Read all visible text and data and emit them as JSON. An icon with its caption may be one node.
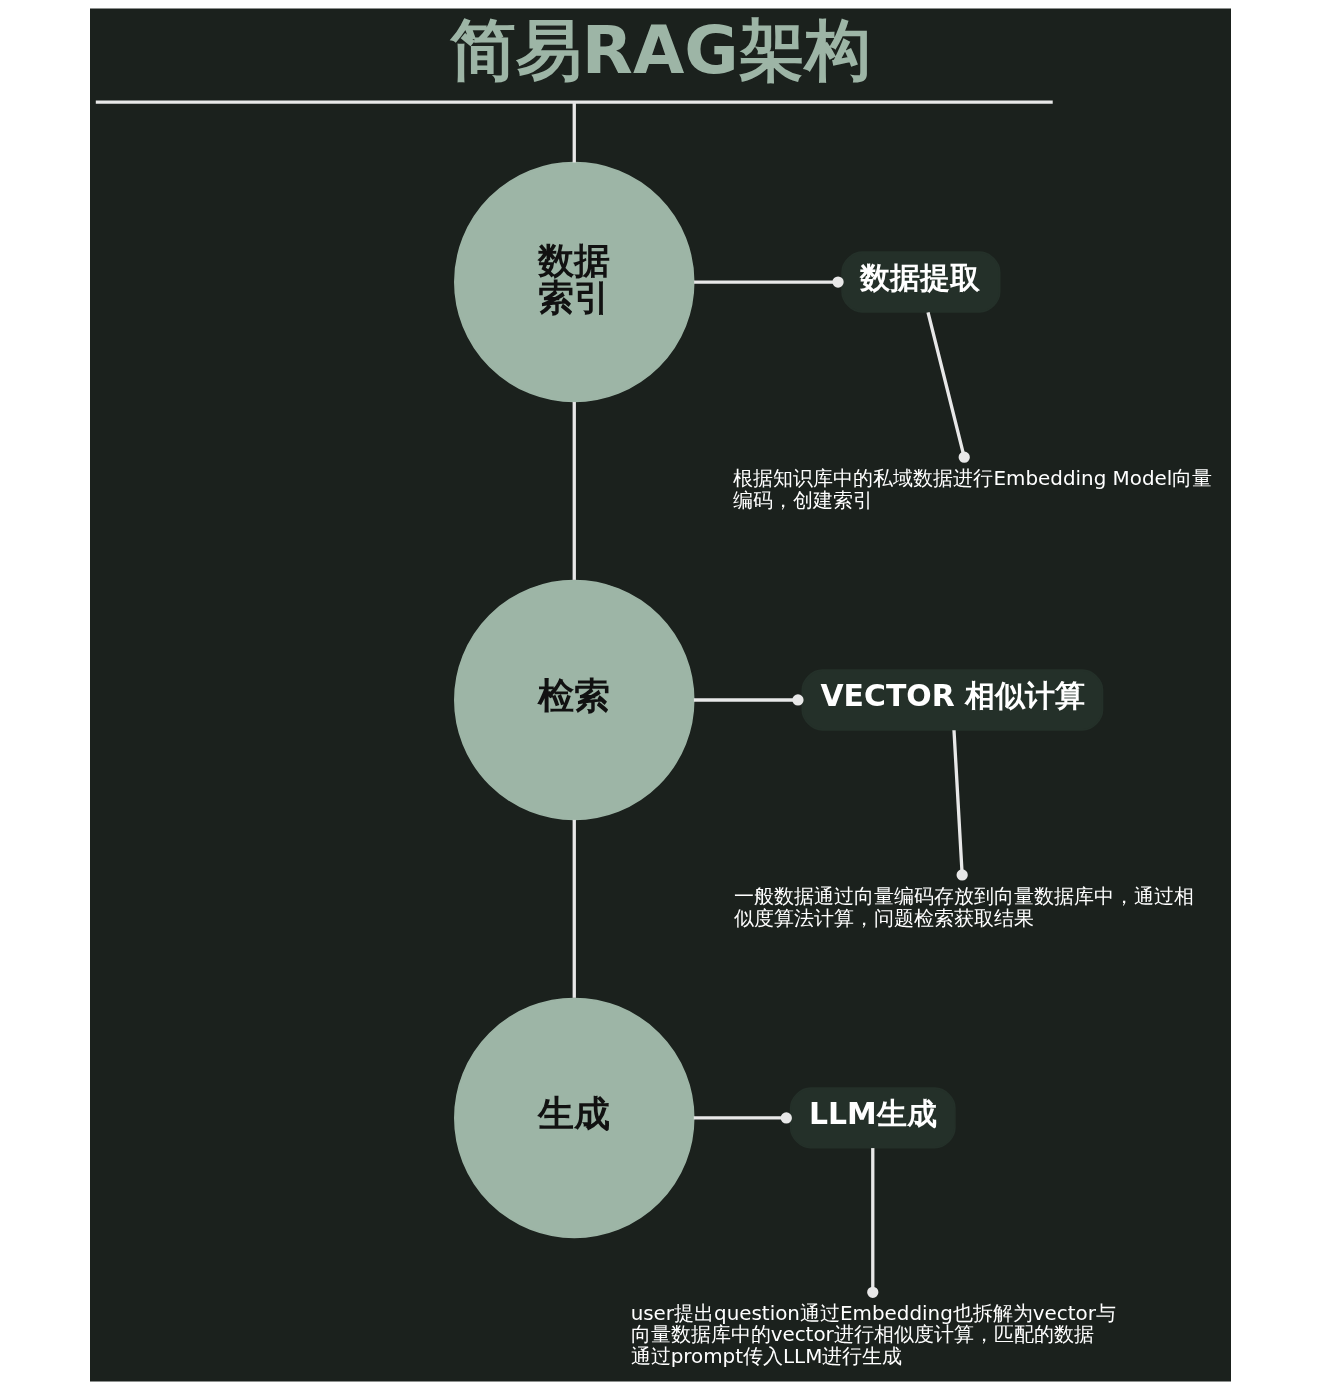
{
  "diagram": {
    "title": "简易RAG架构",
    "nodes": [
      {
        "text": [
          "数据索引"
        ]
      },
      {
        "text": [
          "数据提取"
        ]
      },
      {
        "text": [
          "根据知识库中的私域数据进行Embedding Model向量编码，创建索引"
        ]
      },
      {
        "text": [
          "检索"
        ]
      },
      {
        "text": [
          "VECTOR 相似计算"
        ]
      },
      {
        "text": [
          "一般数据通过向量编码存放到向量数据库中，通过相似度算法计算，问题检索获取结果"
        ]
      },
      {
        "text": [
          "生成"
        ]
      },
      {
        "text": [
          "LLM生成"
        ]
      },
      {
        "text": [
          "user提出question通过Embedding也拆解为vector与向量数据库中的vector进行相似度计算，匹配的数据通过prompt传入LLM进行生成"
        ]
      }
    ],
    "edges": [
      {
        "from": null,
        "to": 0,
        "arrow": "none"
      },
      {
        "from": 0,
        "to": 1,
        "arrow": "other"
      },
      {
        "from": 1,
        "to": 2,
        "arrow": "other"
      },
      {
        "from": 0,
        "to": 3,
        "arrow": "none"
      },
      {
        "from": 3,
        "to": 4,
        "arrow": "other"
      },
      {
        "from": 4,
        "to": 5,
        "arrow": "other"
      },
      {
        "from": 3,
        "to": 6,
        "arrow": "none"
      },
      {
        "from": 6,
        "to": 7,
        "arrow": "other"
      },
      {
        "from": 7,
        "to": 8,
        "arrow": "other"
      }
    ]
  }
}
